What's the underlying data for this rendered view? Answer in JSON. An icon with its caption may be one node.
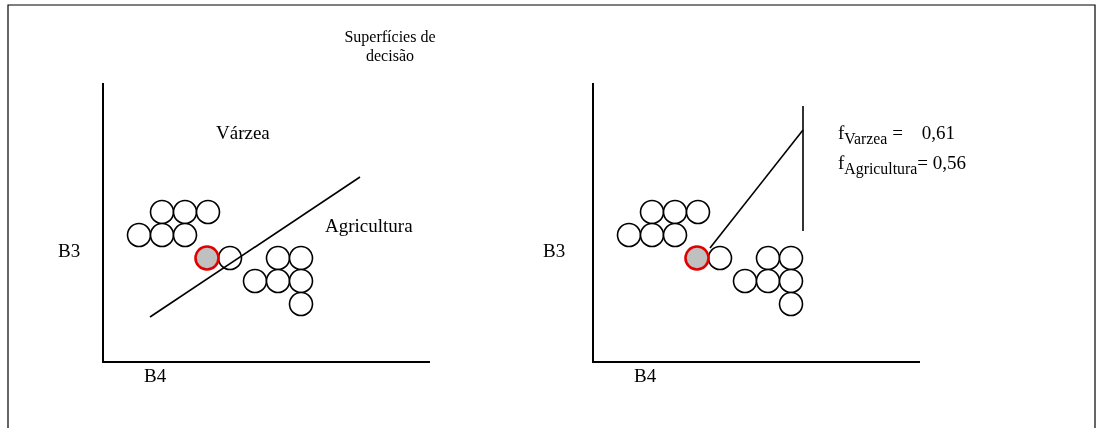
{
  "diagram": {
    "labels": [
      "Superfícies de decisão",
      "Várzea",
      "f$_{Varzea}$ =    0,61",
      "f$_{Agricultura}$= 0,56",
      "B3",
      "Agricultura",
      "B3",
      "B4",
      "B4"
    ]
  }
}
